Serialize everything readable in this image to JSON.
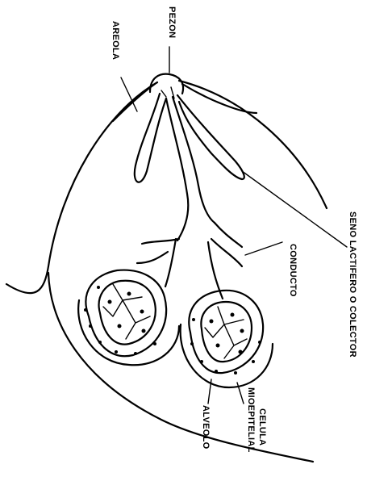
{
  "labels": {
    "pezon": "PEZON",
    "areola": "AREOLA",
    "seno": "SENO LACTIFERO O COLECTOR",
    "conducto": "CONDUCTO",
    "celula_1": "CELULA",
    "celula_2": "MIOEPITELIAL",
    "alveolo": "ALVEOLO"
  }
}
